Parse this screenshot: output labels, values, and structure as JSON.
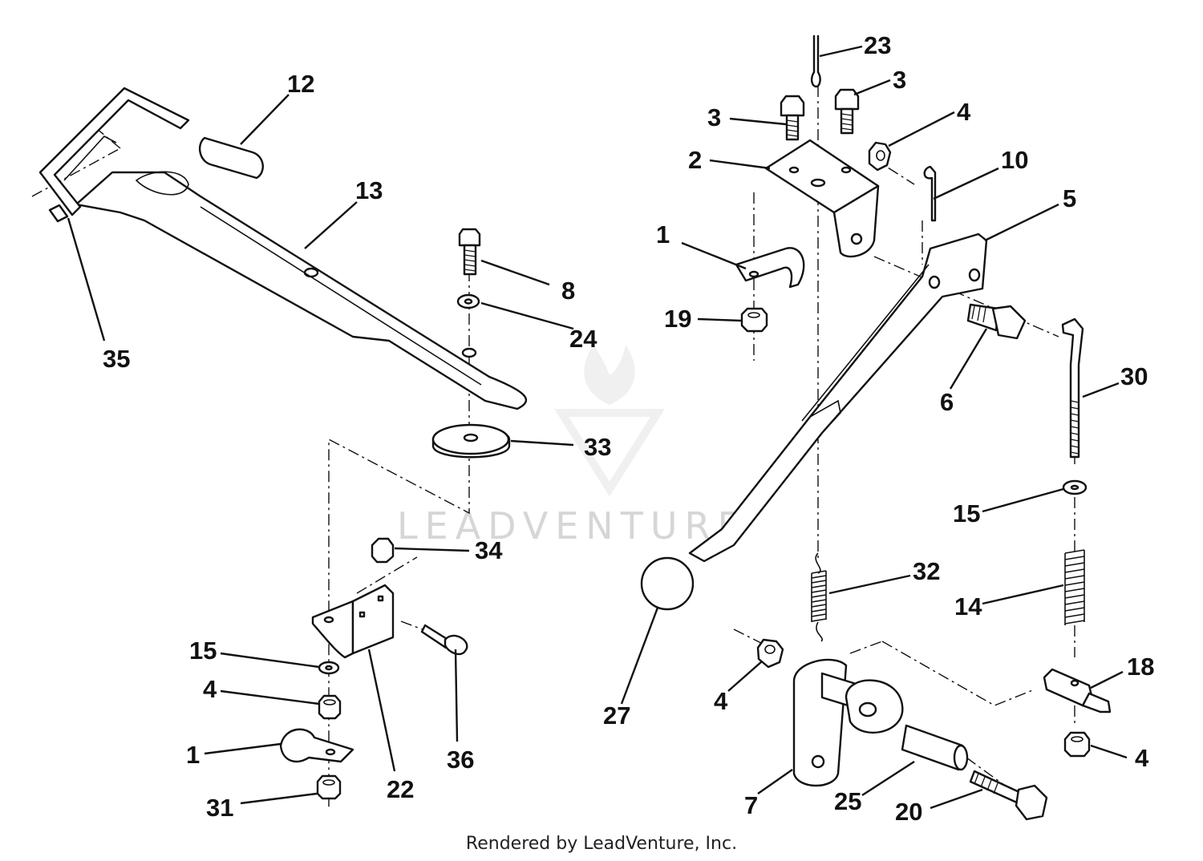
{
  "watermark": {
    "text": "LEADVENTURE"
  },
  "footer": {
    "text": "Rendered by LeadVenture, Inc."
  },
  "callouts": {
    "c12": "12",
    "c13": "13",
    "c35": "35",
    "c8": "8",
    "c24": "24",
    "c33": "33",
    "c34": "34",
    "c15a": "15",
    "c4a": "4",
    "c1a": "1",
    "c31": "31",
    "c22": "22",
    "c36": "36",
    "c23": "23",
    "c3a": "3",
    "c3b": "3",
    "c4b": "4",
    "c2": "2",
    "c10": "10",
    "c5": "5",
    "c1b": "1",
    "c19": "19",
    "c6": "6",
    "c30": "30",
    "c15b": "15",
    "c14": "14",
    "c32": "32",
    "c27": "27",
    "c18": "18",
    "c4c": "4",
    "c4d": "4",
    "c7": "7",
    "c25": "25",
    "c20": "20"
  }
}
